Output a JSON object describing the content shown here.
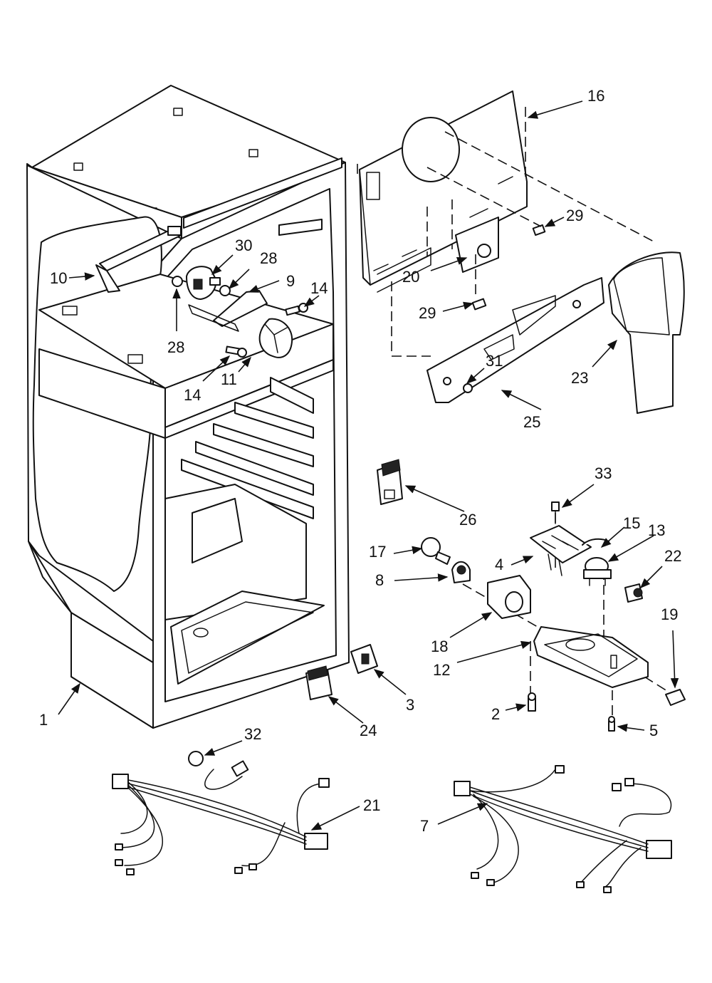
{
  "diagram": {
    "callouts": [
      {
        "id": "c16",
        "label": "16"
      },
      {
        "id": "c29a",
        "label": "29"
      },
      {
        "id": "c20",
        "label": "20"
      },
      {
        "id": "c29b",
        "label": "29"
      },
      {
        "id": "c31",
        "label": "31"
      },
      {
        "id": "c23",
        "label": "23"
      },
      {
        "id": "c25",
        "label": "25"
      },
      {
        "id": "c10",
        "label": "10"
      },
      {
        "id": "c30",
        "label": "30"
      },
      {
        "id": "c28a",
        "label": "28"
      },
      {
        "id": "c9",
        "label": "9"
      },
      {
        "id": "c14a",
        "label": "14"
      },
      {
        "id": "c28b",
        "label": "28"
      },
      {
        "id": "c14b",
        "label": "14"
      },
      {
        "id": "c11",
        "label": "11"
      },
      {
        "id": "c26",
        "label": "26"
      },
      {
        "id": "c33",
        "label": "33"
      },
      {
        "id": "c17",
        "label": "17"
      },
      {
        "id": "c15",
        "label": "15"
      },
      {
        "id": "c13",
        "label": "13"
      },
      {
        "id": "c4",
        "label": "4"
      },
      {
        "id": "c22",
        "label": "22"
      },
      {
        "id": "c8",
        "label": "8"
      },
      {
        "id": "c19",
        "label": "19"
      },
      {
        "id": "c18",
        "label": "18"
      },
      {
        "id": "c12",
        "label": "12"
      },
      {
        "id": "c3",
        "label": "3"
      },
      {
        "id": "c1",
        "label": "1"
      },
      {
        "id": "c24",
        "label": "24"
      },
      {
        "id": "c2",
        "label": "2"
      },
      {
        "id": "c5",
        "label": "5"
      },
      {
        "id": "c32",
        "label": "32"
      },
      {
        "id": "c21",
        "label": "21"
      },
      {
        "id": "c7",
        "label": "7"
      }
    ]
  }
}
